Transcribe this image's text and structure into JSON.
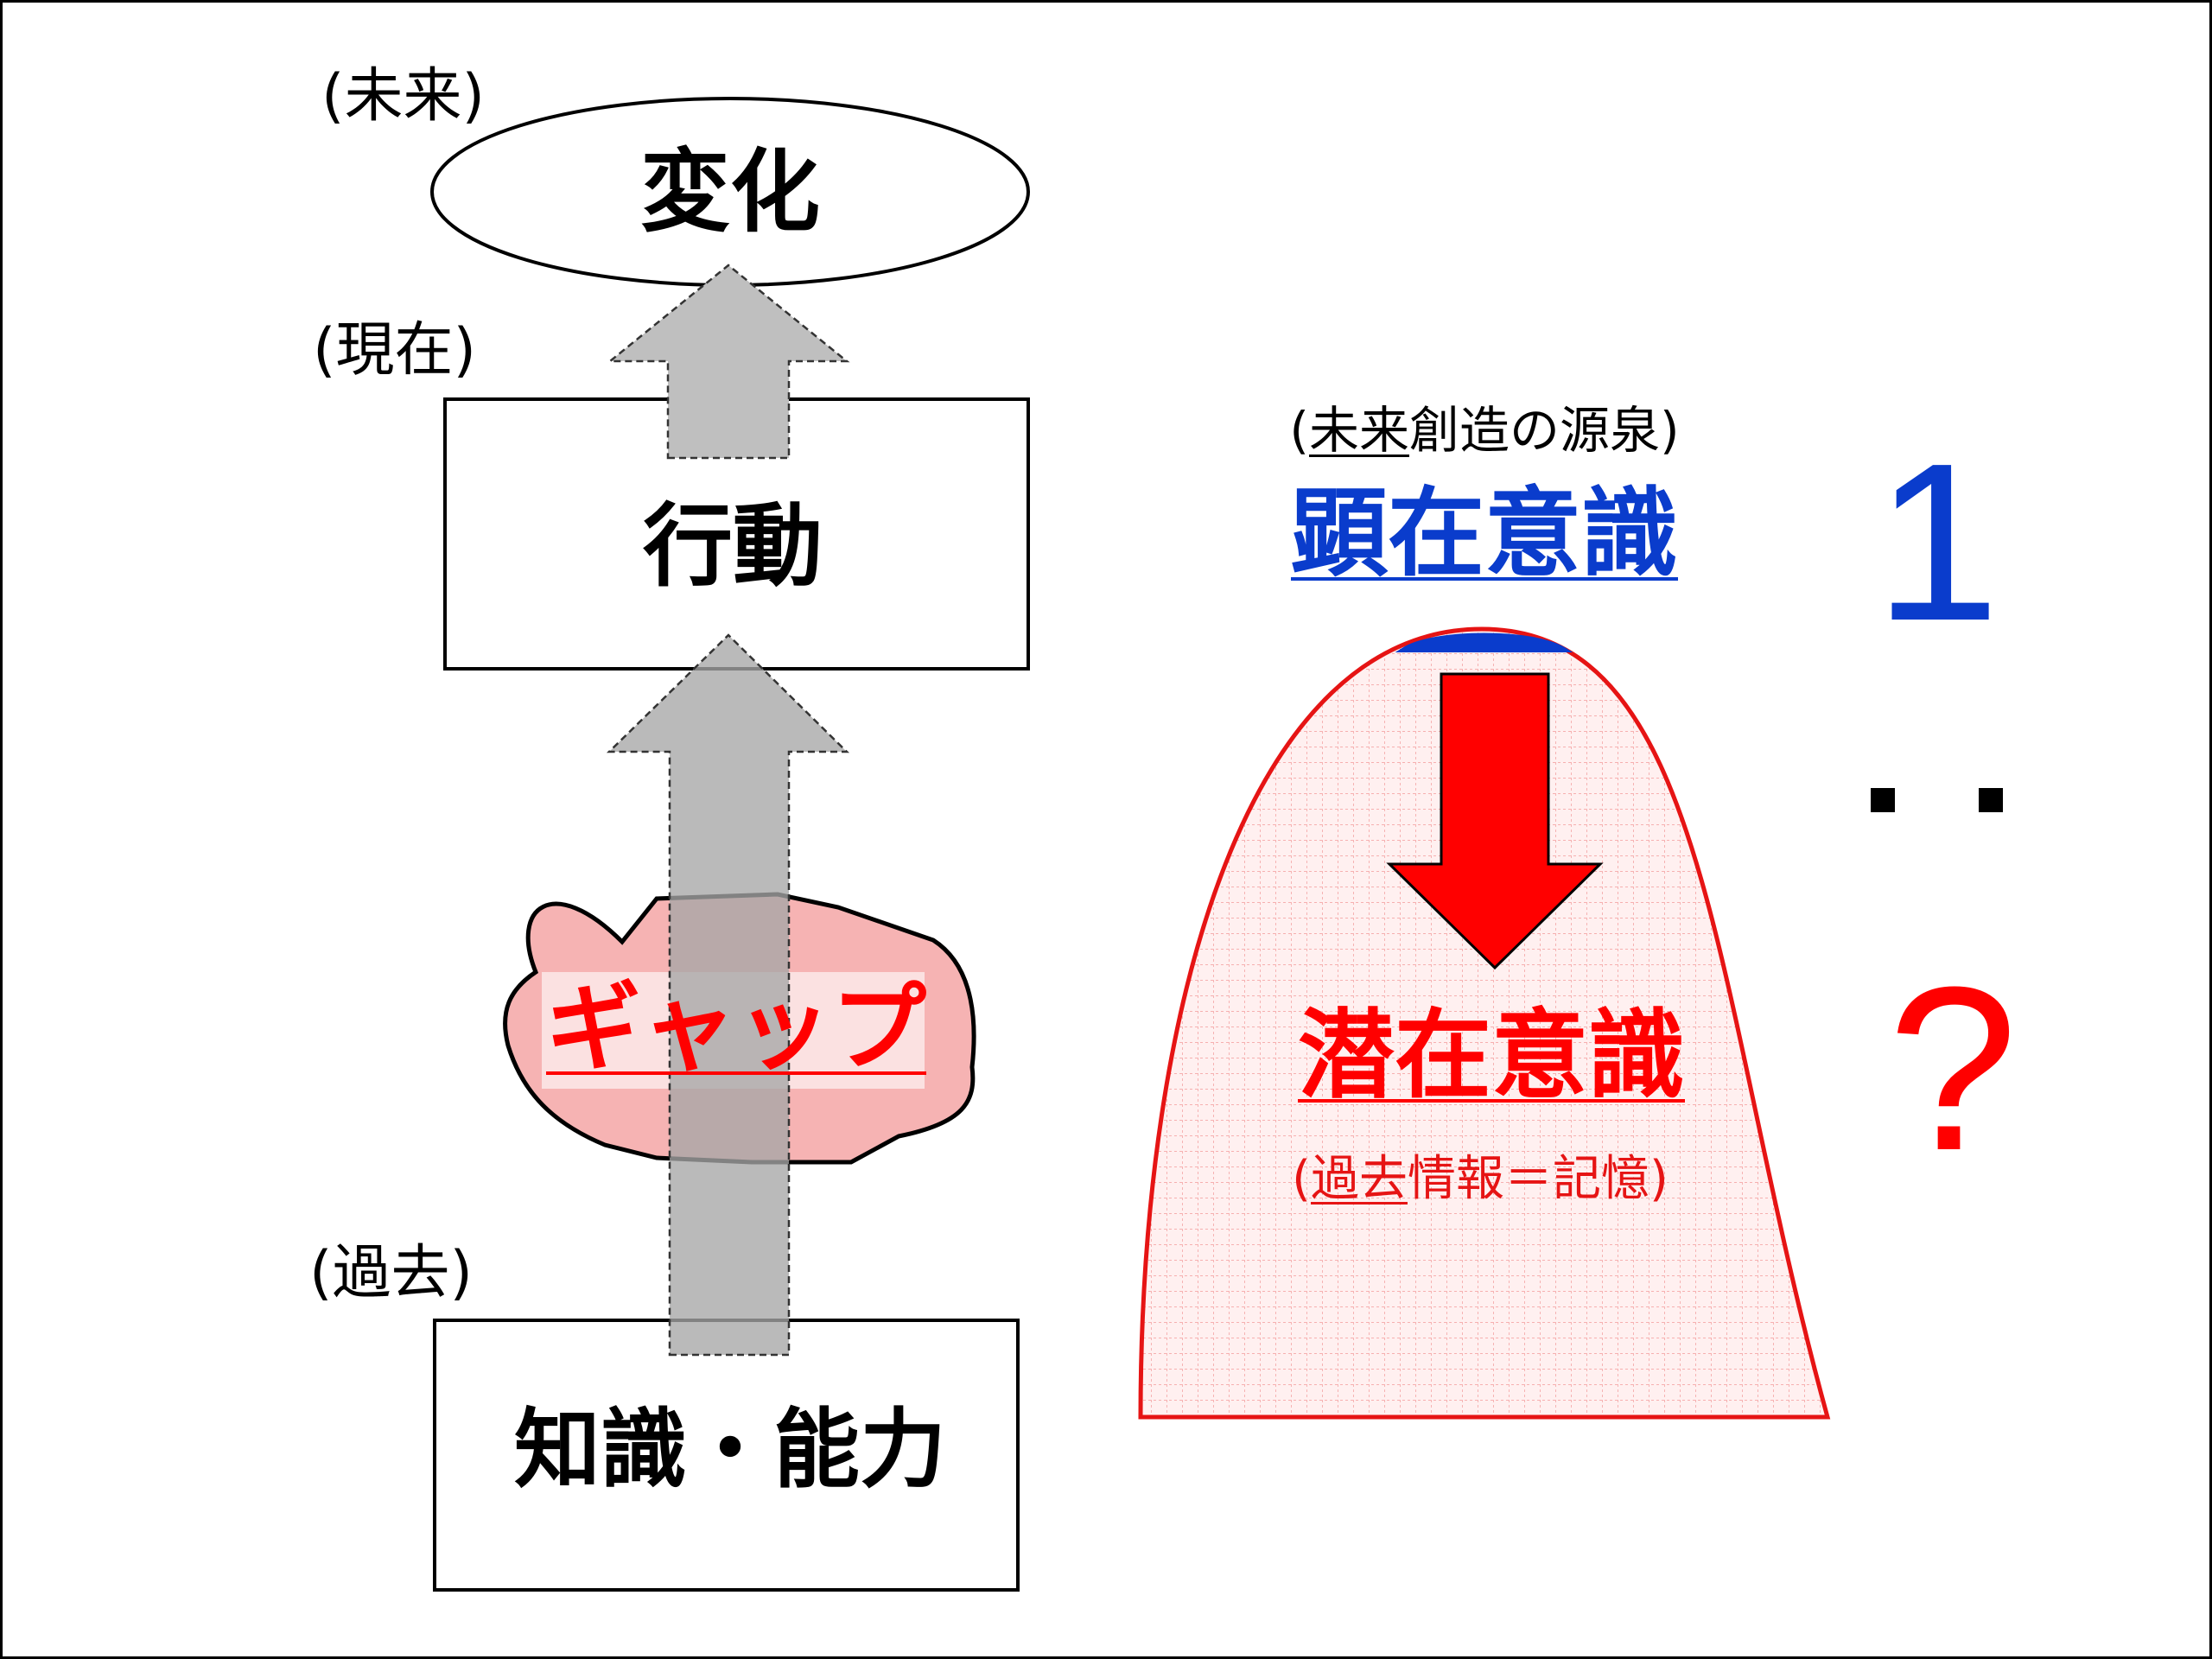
{
  "left_column": {
    "future_tag": "(未来)",
    "change_label": "変化",
    "present_tag": "(現在)",
    "action_label": "行動",
    "gap_label": "ギャップ",
    "past_tag": "(過去)",
    "knowledge_label": "知識・能力"
  },
  "right_column": {
    "source_open": "(",
    "source_underlined": "未来",
    "source_rest": "創造の源泉)",
    "conscious_label": "顕在意識",
    "subconscious_label": "潜在意識",
    "past_info_open": "(",
    "past_info_underlined": "過去",
    "past_info_rest": "情報＝記憶)"
  },
  "ratio": {
    "top": "1",
    "separator": ": :",
    "bottom": "?"
  },
  "colors": {
    "blue": "#0a3ccc",
    "red": "#ff0000",
    "gray_arrow": "#a6a6a6",
    "light_gray_arrow": "#bfbfbf",
    "gap_fill": "#f4a6a6",
    "mountain_fill": "#ffe8e8"
  }
}
